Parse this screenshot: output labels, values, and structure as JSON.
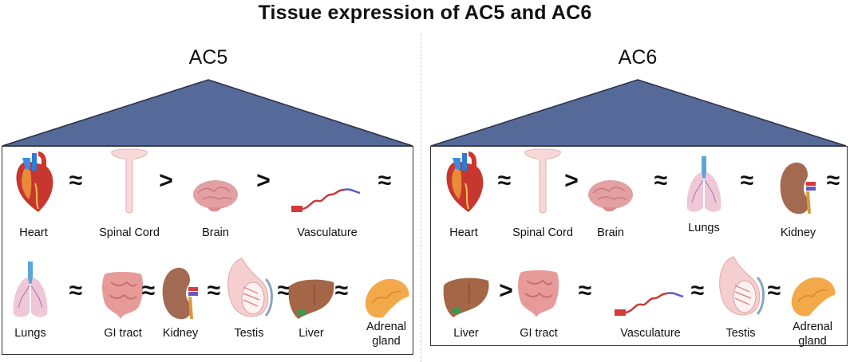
{
  "title": "Tissue expression of AC5 and AC6",
  "colors": {
    "triangle": "#566a9a",
    "triangle_stroke": "#2a2f46"
  },
  "panels": [
    {
      "label": "AC5",
      "rows": [
        {
          "items": [
            {
              "icon": "heart-icon",
              "label": "Heart"
            },
            {
              "op": "≈"
            },
            {
              "icon": "spinal-cord-icon",
              "label": "Spinal Cord"
            },
            {
              "op": ">"
            },
            {
              "icon": "brain-icon",
              "label": "Brain"
            },
            {
              "op": ">"
            },
            {
              "icon": "vasculature-icon",
              "label": "Vasculature"
            },
            {
              "op": "≈"
            }
          ]
        },
        {
          "items": [
            {
              "icon": "lungs-icon",
              "label": "Lungs"
            },
            {
              "op": "≈"
            },
            {
              "icon": "gi-tract-icon",
              "label": "GI tract"
            },
            {
              "op": "≈"
            },
            {
              "icon": "kidney-icon",
              "label": "Kidney"
            },
            {
              "op": "≈"
            },
            {
              "icon": "testis-icon",
              "label": "Testis"
            },
            {
              "op": "≈"
            },
            {
              "icon": "liver-icon",
              "label": "Liver"
            },
            {
              "op": "≈"
            },
            {
              "icon": "adrenal-gland-icon",
              "label": "Adrenal gland"
            }
          ]
        }
      ]
    },
    {
      "label": "AC6",
      "rows": [
        {
          "items": [
            {
              "icon": "heart-icon",
              "label": "Heart"
            },
            {
              "op": "≈"
            },
            {
              "icon": "spinal-cord-icon",
              "label": "Spinal Cord"
            },
            {
              "op": ">"
            },
            {
              "icon": "brain-icon",
              "label": "Brain"
            },
            {
              "op": "≈"
            },
            {
              "icon": "lungs-icon",
              "label": "Lungs"
            },
            {
              "op": "≈"
            },
            {
              "icon": "kidney-icon",
              "label": "Kidney"
            },
            {
              "op": "≈"
            }
          ]
        },
        {
          "items": [
            {
              "icon": "liver-icon",
              "label": "Liver"
            },
            {
              "op": ">"
            },
            {
              "icon": "gi-tract-icon",
              "label": "GI tract"
            },
            {
              "op": "≈"
            },
            {
              "icon": "vasculature-icon",
              "label": "Vasculature"
            },
            {
              "op": "≈"
            },
            {
              "icon": "testis-icon",
              "label": "Testis"
            },
            {
              "op": "≈"
            },
            {
              "icon": "adrenal-gland-icon",
              "label": "Adrenal gland"
            }
          ]
        }
      ]
    }
  ]
}
